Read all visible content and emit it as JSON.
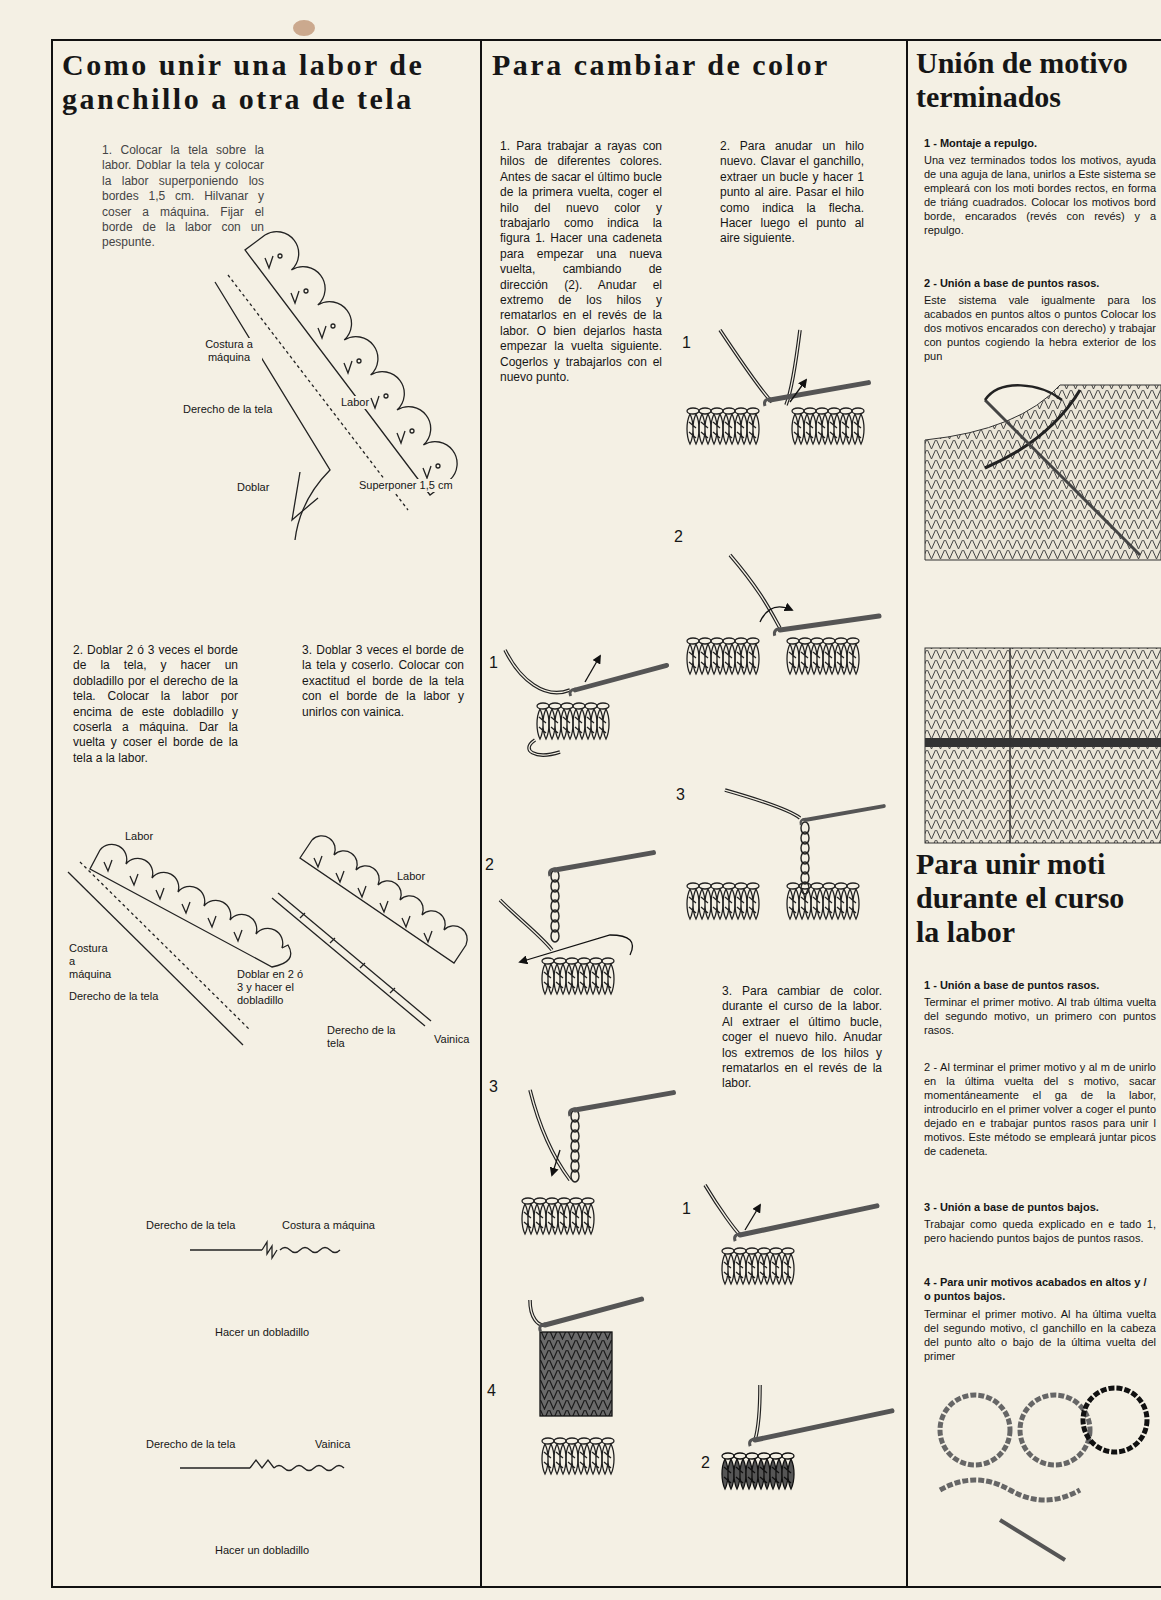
{
  "diagram": {
    "nodes": [
      {
        "text": [
          "Como unir una labor de ganchillo a otra de tela",
          "1. Colocar la tela sobre la labor. Doblar la tela y colocar la labor superponiendo los bordes 1,5 cm. Hilvanar y coser a máquina. Fijar el borde de la labor con un pespunte.",
          "2. Doblar 2 ó 3 veces el borde de la tela, y hacer un dobladillo por el derecho de la tela. Colocar la labor por encima de este dobladillo y coserla a máquina. Dar la vuelta y coser el borde de la tela a la labor.",
          "3. Doblar 3 veces el borde de la tela y coserlo. Colocar con exactitud el borde de la tela con el borde de la labor y unirlos con vainica."
        ]
      },
      {
        "text": [
          "Para cambiar de color",
          "1. Para trabajar a rayas con hilos de diferentes colores. Antes de sacar el último bucle de la primera vuelta, coger el hilo del nuevo color y trabajarlo como indica la figura 1. Hacer una cadeneta para empezar una nueva vuelta, cambiando de dirección (2). Anudar el extremo de los hilos y rematarlos en el revés de la labor. O bien dejarlos hasta empezar la vuelta siguiente. Cogerlos y trabajarlos con el nuevo punto.",
          "2. Para anudar un hilo nuevo. Clavar el ganchillo, extraer un bucle y hacer 1 punto al aire. Pasar el hilo como indica la flecha. Hacer luego el punto al aire siguiente.",
          "3. Para cambiar de color. durante el curso de la labor. Al extraer el último bucle, coger el nuevo hilo. Anudar los extremos de los hilos y rematarlos en el revés de la labor."
        ]
      },
      {
        "text": [
          "Unión de motivo terminados",
          "1 - Montaje a repulgo.",
          "Una vez terminados todos los motivos, ayuda de una aguja de lana, unirlos a Este sistema se empleará con los moti bordes rectos, en forma de triáng cuadrados. Colocar los motivos bord borde, encarados (revés con revés) y a repulgo.",
          "2 - Unión a base de puntos rasos.",
          "Este sistema vale igualmente para los acabados en puntos altos o puntos Colocar los dos motivos encarados con derecho) y trabajar con puntos cogiendo la hebra exterior de los pun",
          "Para unir moti durante el curso la labor",
          "1 - Unión a base de puntos rasos.",
          "Terminar el primer motivo. Al trab última vuelta del segundo motivo, un primero con puntos rasos.",
          "2 - Al terminar el primer motivo y al m de unirlo en la última vuelta del s motivo, sacar momentáneamente el ga de la labor, introducirlo en el primer volver a coger el punto dejado en e trabajar puntos rasos para unir l motivos. Este método se empleará juntar picos de cadeneta.",
          "3 - Unión a base de puntos bajos.",
          "Trabajar como queda explicado en e tado 1, pero haciendo puntos bajos de puntos rasos.",
          "4 - Para unir motivos acabados en altos y / o puntos bajos.",
          "Terminar el primer motivo. Al ha última vuelta del segundo motivo, cl ganchillo en la cabeza del punto alto o bajo de la última vuelta del primer"
        ]
      }
    ],
    "labels": [
      "Costura a máquina",
      "Derecho de la tela",
      "Labor",
      "Doblar",
      "Superponer 1,5 cm",
      "Labor",
      "Costura a máquina",
      "Derecho de la tela",
      "Doblar en 2 ó 3 y hacer el dobladillo",
      "Labor",
      "Derecho de la tela",
      "Vainica",
      "Derecho de la tela",
      "Costura a máquina",
      "Hacer un dobladillo",
      "Derecho de la tela",
      "Vainica",
      "Hacer un dobladillo",
      "1",
      "2",
      "3",
      "1",
      "2",
      "3",
      "4",
      "1",
      "2"
    ]
  }
}
